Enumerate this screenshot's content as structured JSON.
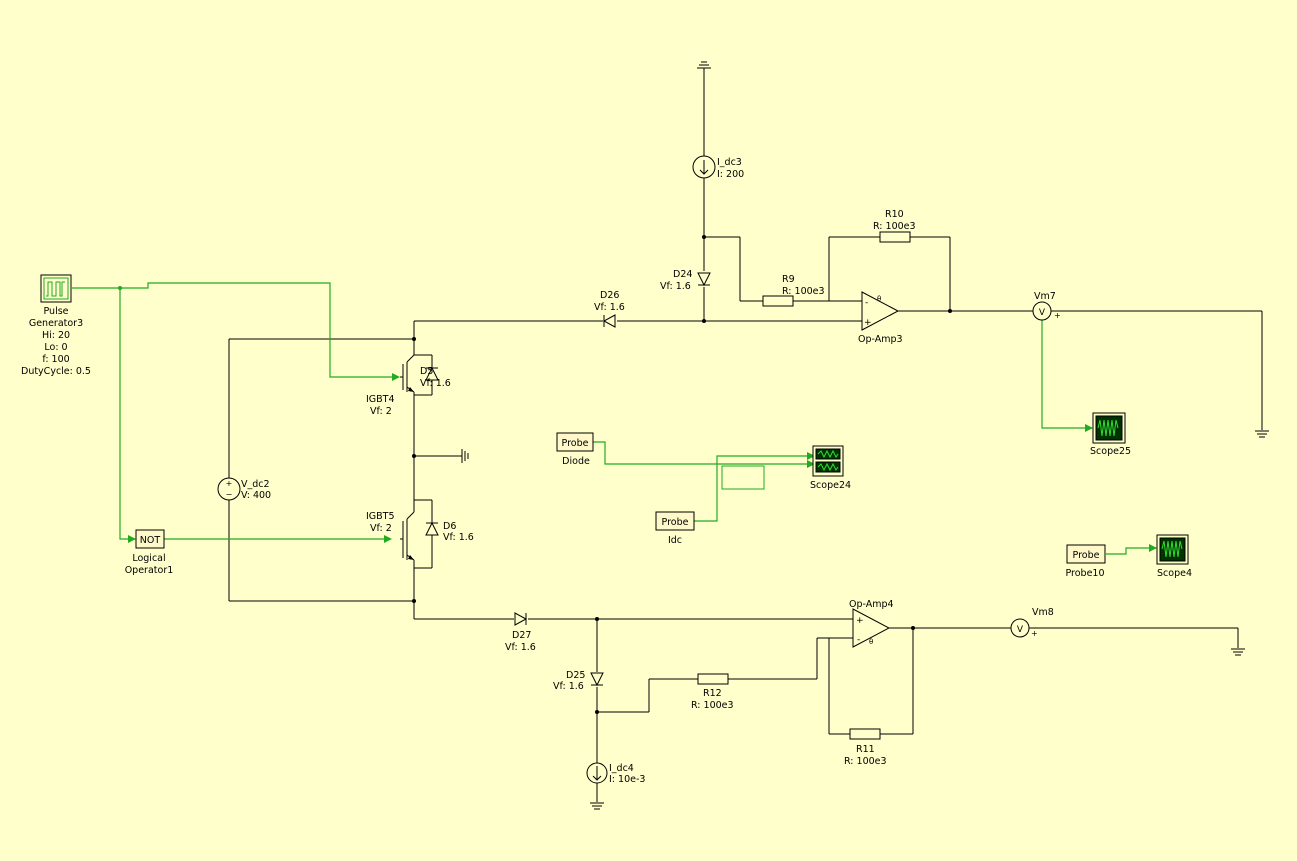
{
  "components": {
    "pulse": {
      "l1": "Pulse",
      "l2": "Generator3",
      "hi": "Hi: 20",
      "lo": "Lo: 0",
      "f": "f: 100",
      "duty": "DutyCycle: 0.5"
    },
    "not": {
      "text": "NOT",
      "l1": "Logical",
      "l2": "Operator1"
    },
    "vdc2": {
      "name": "V_dc2",
      "val": "V: 400"
    },
    "igbt4": {
      "name": "IGBT4",
      "val": "Vf: 2"
    },
    "igbt5": {
      "name": "IGBT5",
      "val": "Vf: 2"
    },
    "d5": {
      "name": "D5",
      "val": "Vf: 1.6"
    },
    "d6": {
      "name": "D6",
      "val": "Vf: 1.6"
    },
    "d24": {
      "name": "D24",
      "val": "Vf: 1.6"
    },
    "d25": {
      "name": "D25",
      "val": "Vf: 1.6"
    },
    "d26": {
      "name": "D26",
      "val": "Vf: 1.6"
    },
    "d27": {
      "name": "D27",
      "val": "Vf: 1.6"
    },
    "idc3": {
      "name": "I_dc3",
      "val": "I: 200"
    },
    "idc4": {
      "name": "I_dc4",
      "val": "I: 10e-3"
    },
    "r9": {
      "name": "R9",
      "val": "R: 100e3"
    },
    "r10": {
      "name": "R10",
      "val": "R: 100e3"
    },
    "r11": {
      "name": "R11",
      "val": "R: 100e3"
    },
    "r12": {
      "name": "R12",
      "val": "R: 100e3"
    },
    "opamp3": {
      "name": "Op-Amp3"
    },
    "opamp4": {
      "name": "Op-Amp4"
    },
    "vm7": {
      "name": "Vm7",
      "sym": "V"
    },
    "vm8": {
      "name": "Vm8",
      "sym": "V"
    },
    "probe_diode": {
      "text": "Probe",
      "label": "Diode"
    },
    "probe_idc": {
      "text": "Probe",
      "label": "Idc"
    },
    "probe10": {
      "text": "Probe",
      "label": "Probe10"
    },
    "scope24": {
      "name": "Scope24"
    },
    "scope25": {
      "name": "Scope25"
    },
    "scope4": {
      "name": "Scope4"
    }
  },
  "colors": {
    "background": "#ffffcc",
    "wire": "#000000",
    "signal": "#22aa22"
  }
}
